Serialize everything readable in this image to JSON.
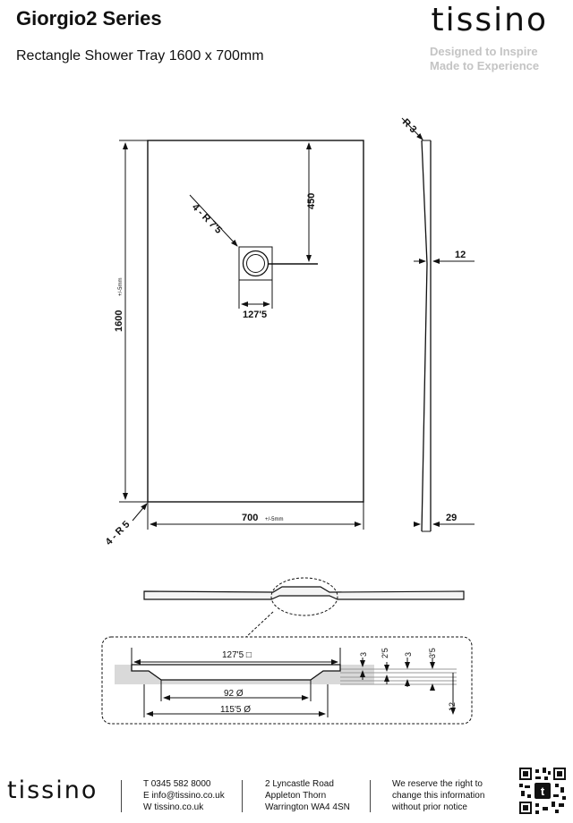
{
  "header": {
    "title": "Giorgio2 Series",
    "subtitle": "Rectangle Shower Tray 1600 x 700mm",
    "logo": "tissino",
    "tagline_1": "Designed to Inspire",
    "tagline_2": "Made to Experience"
  },
  "plan": {
    "length_label": "1600",
    "length_tolerance": "+/-5mm",
    "width_label": "700",
    "width_tolerance": "+/-5mm",
    "waste_offset_label": "450",
    "waste_radius_label": "4 - R 7'5",
    "waste_width_label": "127'5",
    "corner_radius_label": "4 - R 5"
  },
  "side": {
    "edge_radius_label": "R 3",
    "thickness_mid_label": "12",
    "thickness_edge_label": "29"
  },
  "detail": {
    "waste_square_label": "127'5 □",
    "inner_diameter_label": "92 Ø",
    "outer_diameter_label": "115'5 Ø",
    "dim_3_a": "3",
    "dim_2_5": "2'5",
    "dim_3_b": "3",
    "dim_3_5": "3'5",
    "dim_12": "12"
  },
  "footer": {
    "logo": "tissino",
    "phone": "T 0345 582 8000",
    "email": "E info@tissino.co.uk",
    "web": "W tissino.co.uk",
    "address_1": "2 Lyncastle Road",
    "address_2": "Appleton Thorn",
    "address_3": "Warrington WA4 4SN",
    "notice_1": "We reserve the right to",
    "notice_2": "change this information",
    "notice_3": "without prior notice"
  }
}
